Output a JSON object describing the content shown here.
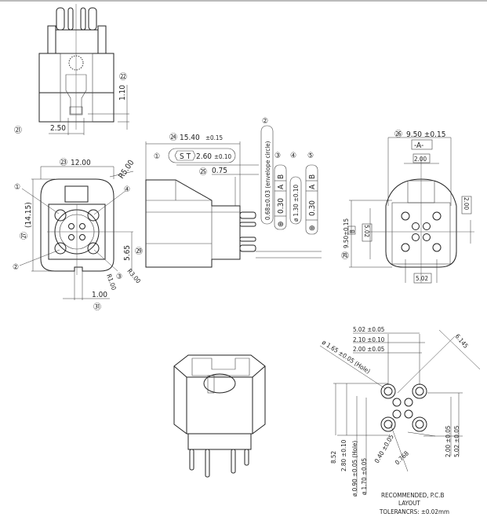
{
  "drawing": {
    "top_view": {
      "callout_21": "㉑",
      "dim_width": "2.50",
      "callout_22": "㉒",
      "dim_height": "1.10"
    },
    "front_view": {
      "callout_23": "㉓",
      "dim_width": "12.00",
      "radius_top": "R5.00",
      "callout_1": "①",
      "callout_2": "②",
      "callout_3": "③",
      "callout_4": "④",
      "callout_27": "㉗",
      "dim_height": "(14.15)",
      "dim_offset": "5.65",
      "callout_29": "㉙",
      "radius_small": "R1.00",
      "radius_mid": "R3.00",
      "dim_slot": "1.00",
      "callout_31": "㉛"
    },
    "side_view": {
      "callout_24": "㉔",
      "dim_length": "15.40",
      "dim_length_tol": "±0.15",
      "callout_1": "①",
      "st_label": "S T",
      "st_value": "2.60",
      "st_tol": "±0.10",
      "callout_25": "㉕",
      "dim_offset": "0.75",
      "callout_2": "②",
      "envelope": "0.68±0.03 (envelope circle)",
      "callout_3": "③",
      "callout_4": "④",
      "callout_5": "⑤",
      "fcf_3": {
        "symbol": "⊕",
        "value": "0.30",
        "datum_a": "A",
        "datum_b": "B"
      },
      "diameter_4": "ø 1.30 ±0.10",
      "fcf_5": {
        "symbol": "⊕",
        "value": "0.30",
        "datum_a": "A",
        "datum_b": "B"
      }
    },
    "rear_view": {
      "callout_26": "㉖",
      "dim_width": "9.50 ±0.15",
      "datum_a": "-A-",
      "dim_pin_pitch_top": "2.00",
      "dim_pin_pitch_right": "2.00",
      "dim_left": "5.02",
      "callout_28": "㉘",
      "dim_height": "9.50±0.15",
      "datum_b": "B",
      "dim_bottom": "5.02"
    },
    "pcb_layout": {
      "dim_1": "5.02 ±0.05",
      "dim_2": "2.10 ±0.10",
      "dim_3": "2.00 ±0.05",
      "hole_large": "ø 1.65 ±0.05 (Hole)",
      "diag": "6.145",
      "dim_4": "8.52",
      "dim_5": "2.80 ±0.10",
      "hole_small": "ø 0.90 ±0.05 (Hole)",
      "pad": "ø 1.70 ±0.05",
      "dim_6": "0.40 ±0.05",
      "dim_7": "0.768",
      "dim_8": "2.00 ±0.05",
      "dim_9": "5.02 ±0.05",
      "note_1": "RECOMMENDED, P.C.B",
      "note_2": "LAYOUT",
      "note_3": "TOLERANCRS: ±0.02mm"
    }
  }
}
